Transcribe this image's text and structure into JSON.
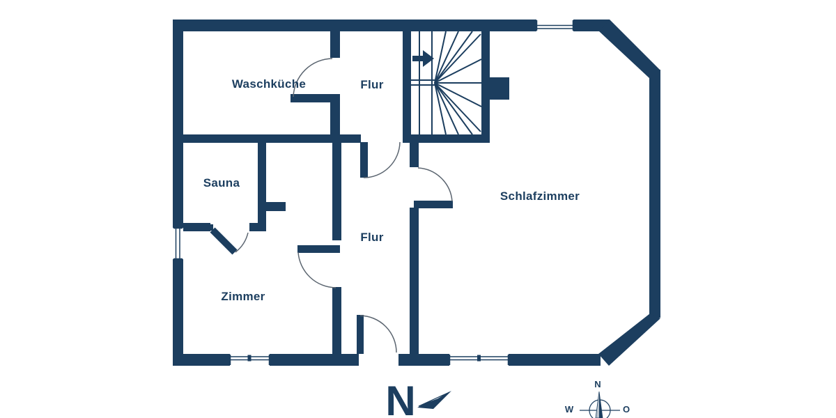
{
  "plan": {
    "rooms": [
      {
        "label": "Waschküche"
      },
      {
        "label": "Flur"
      },
      {
        "label": "Sauna"
      },
      {
        "label": "Schlafzimmer"
      },
      {
        "label": "Flur"
      },
      {
        "label": "Zimmer"
      }
    ],
    "features": {
      "stairs": "spiral-winder-staircase",
      "doors": 6,
      "windows": 4
    }
  },
  "icons": {
    "stair_direction": "right-arrow-icon",
    "north_pointer": "north-arrow-icon",
    "compass": "compass-rose-icon"
  },
  "north_indicator": {
    "label": "N"
  },
  "compass": {
    "north": "N",
    "west": "W",
    "east": "O"
  },
  "colors": {
    "wall": "#1c3e5f",
    "door_arc": "#5b6570",
    "window_line": "#1c3e5f",
    "needle_fill": "#b9c3cd",
    "background": "#ffffff"
  }
}
